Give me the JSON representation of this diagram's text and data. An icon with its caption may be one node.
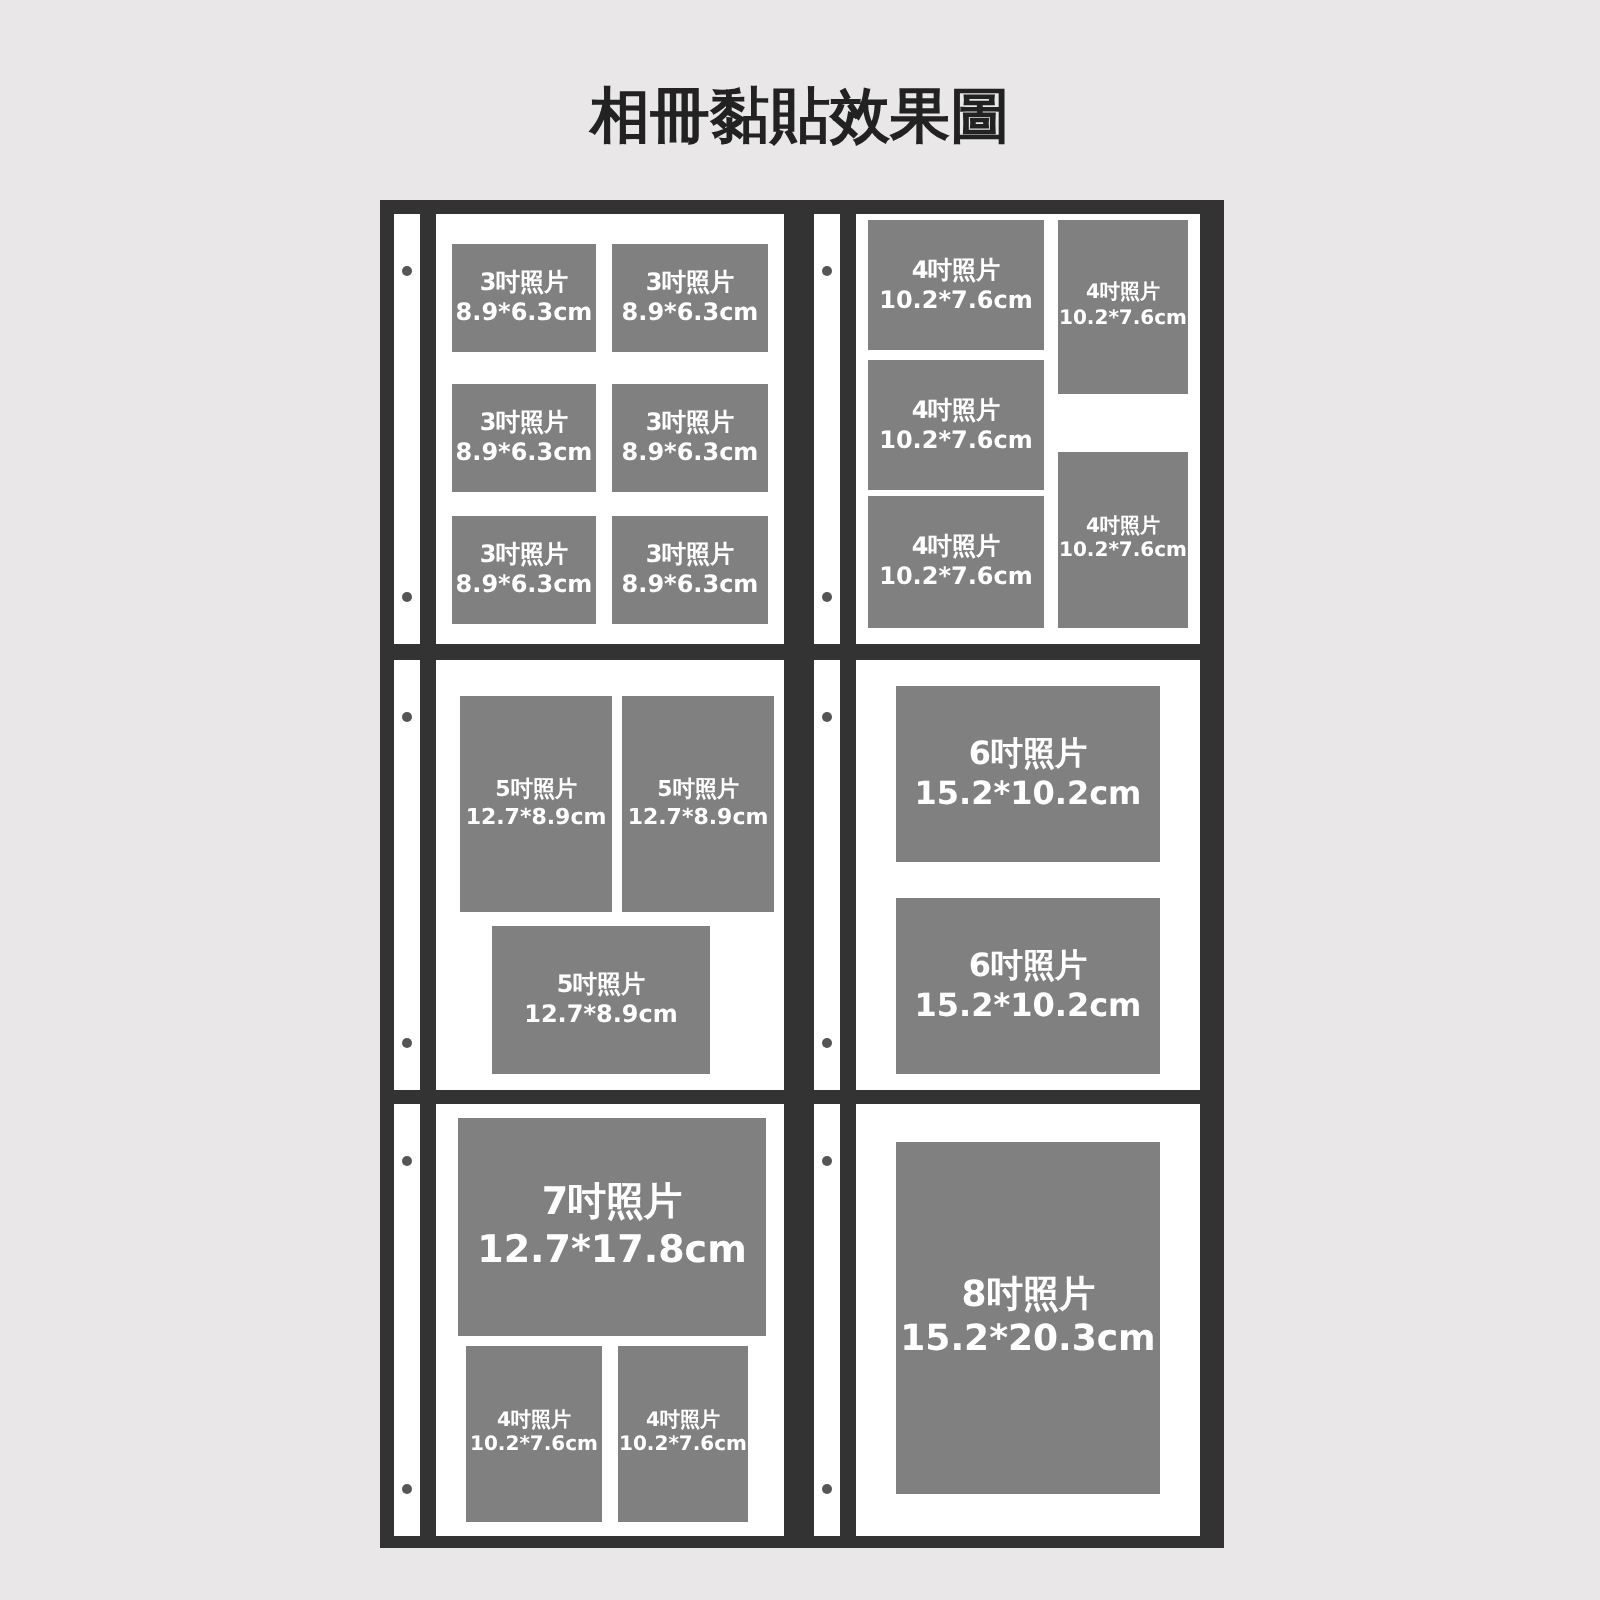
{
  "diagram": {
    "title": "相冊黏貼效果圖",
    "nodes": [
      {
        "text": [],
        "shape": "box"
      },
      {
        "text": [
          "3吋照片",
          "8.9*6.3cm"
        ],
        "in": 0
      },
      {
        "text": [
          "3吋照片",
          "8.9*6.3cm"
        ],
        "in": 0
      },
      {
        "text": [
          "3吋照片",
          "8.9*6.3cm"
        ],
        "in": 0
      },
      {
        "text": [
          "3吋照片",
          "8.9*6.3cm"
        ],
        "in": 0
      },
      {
        "text": [
          "3吋照片",
          "8.9*6.3cm"
        ],
        "in": 0
      },
      {
        "text": [
          "3吋照片",
          "8.9*6.3cm"
        ],
        "in": 0
      },
      {
        "text": [],
        "shape": "box"
      },
      {
        "text": [
          "4吋照片",
          "10.2*7.6cm"
        ],
        "in": 7
      },
      {
        "text": [
          "4吋照片",
          "10.2*7.6cm"
        ],
        "in": 7
      },
      {
        "text": [
          "4吋照片",
          "10.2*7.6cm"
        ],
        "in": 7
      },
      {
        "text": [
          "4吋照片",
          "10.2*7.6cm"
        ],
        "in": 7
      },
      {
        "text": [
          "4吋照片",
          "10.2*7.6cm"
        ],
        "in": 7
      },
      {
        "text": [],
        "shape": "box"
      },
      {
        "text": [
          "5吋照片",
          "12.7*8.9cm"
        ],
        "in": 13
      },
      {
        "text": [
          "5吋照片",
          "12.7*8.9cm"
        ],
        "in": 13
      },
      {
        "text": [
          "5吋照片",
          "12.7*8.9cm"
        ],
        "in": 13
      },
      {
        "text": [],
        "shape": "box"
      },
      {
        "text": [
          "6吋照片",
          "15.2*10.2cm"
        ],
        "in": 17
      },
      {
        "text": [
          "6吋照片",
          "15.2*10.2cm"
        ],
        "in": 17
      },
      {
        "text": [],
        "shape": "box"
      },
      {
        "text": [
          "7吋照片",
          "12.7*17.8cm"
        ],
        "in": 20
      },
      {
        "text": [
          "4吋照片",
          "10.2*7.6cm"
        ],
        "in": 20
      },
      {
        "text": [
          "4吋照片",
          "10.2*7.6cm"
        ],
        "in": 20
      },
      {
        "text": [],
        "shape": "box"
      },
      {
        "text": [
          "8吋照片",
          "15.2*20.3cm"
        ],
        "in": 24
      }
    ]
  }
}
